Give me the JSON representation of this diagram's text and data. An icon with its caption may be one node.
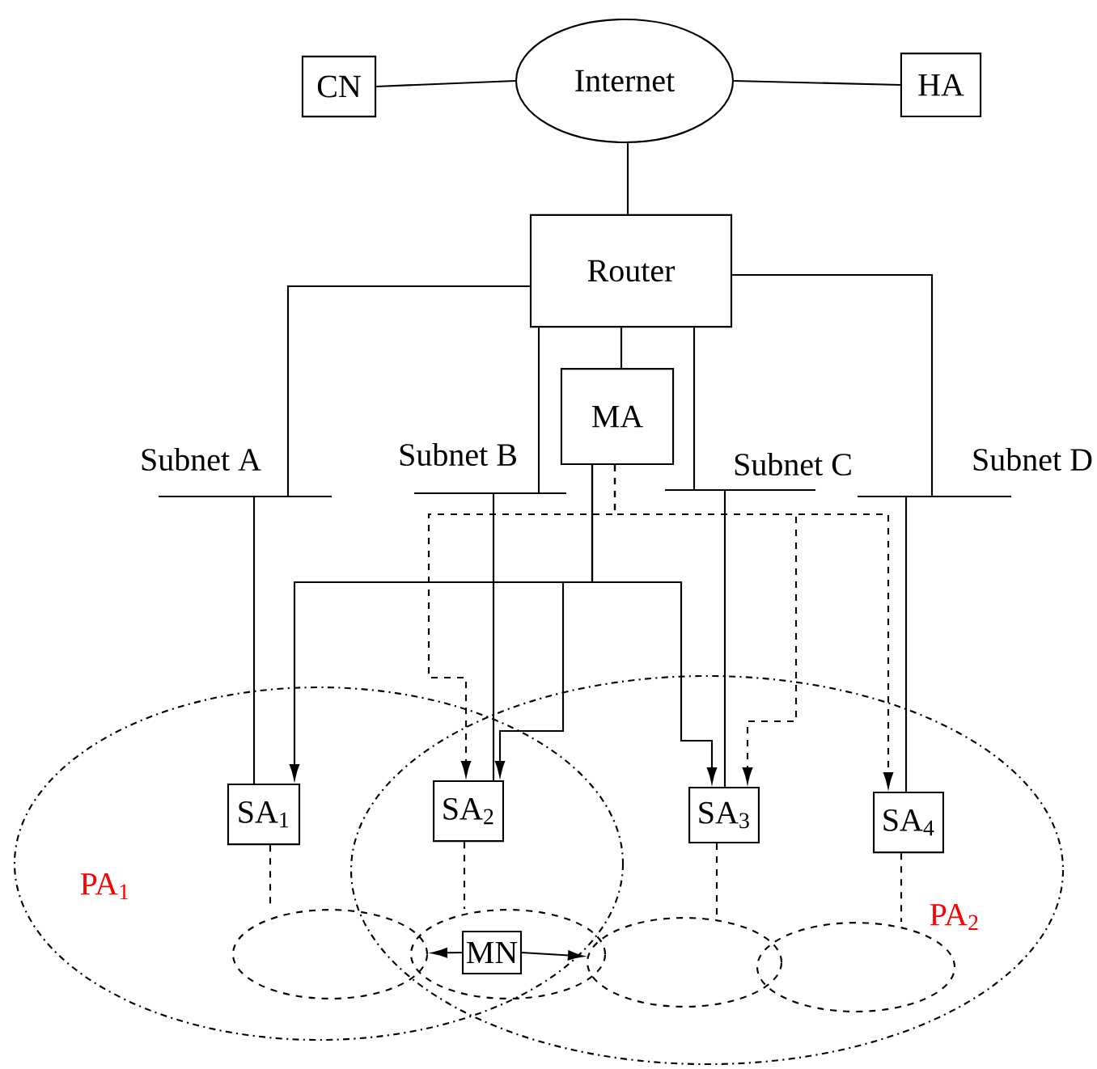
{
  "diagram": {
    "nodes": [
      {
        "text": [
          "CN"
        ]
      },
      {
        "text": [
          "Internet"
        ]
      },
      {
        "text": [
          "HA"
        ]
      },
      {
        "text": [
          "Router"
        ]
      },
      {
        "text": [
          "MA"
        ]
      },
      {
        "text": [
          "Subnet A"
        ]
      },
      {
        "text": [
          "Subnet B"
        ]
      },
      {
        "text": [
          "Subnet C"
        ]
      },
      {
        "text": [
          "Subnet D"
        ]
      },
      {
        "text": [
          "PA$_{1}$"
        ]
      },
      {
        "text": [
          "PA$_{2}$"
        ]
      },
      {
        "text": [
          "SA$_{1}$"
        ],
        "in": 9
      },
      {
        "text": [
          "SA$_{2}$"
        ]
      },
      {
        "text": [
          "SA$_{3}$"
        ],
        "in": 10
      },
      {
        "text": [
          "SA$_{4}$"
        ],
        "in": 10
      },
      {
        "text": [
          "MN"
        ],
        "in": 17
      },
      {
        "text": [],
        "shape": "ellipse",
        "in": 9
      },
      {
        "text": [],
        "shape": "ellipse"
      },
      {
        "text": [],
        "shape": "ellipse",
        "in": 10
      },
      {
        "text": [],
        "shape": "ellipse",
        "in": 10
      }
    ],
    "edges": [
      {
        "from": 0,
        "to": 1,
        "arrow": "none"
      },
      {
        "from": 1,
        "to": 2,
        "arrow": "none"
      },
      {
        "from": 1,
        "to": 3,
        "arrow": "none"
      },
      {
        "from": 3,
        "to": 5,
        "arrow": "none"
      },
      {
        "from": 3,
        "to": 6,
        "arrow": "none"
      },
      {
        "from": 3,
        "to": 7,
        "arrow": "none"
      },
      {
        "from": 3,
        "to": 8,
        "arrow": "none"
      },
      {
        "from": 3,
        "to": 4,
        "arrow": "none"
      },
      {
        "from": 5,
        "to": 11,
        "arrow": "none"
      },
      {
        "from": 6,
        "to": 12,
        "arrow": "none"
      },
      {
        "from": 7,
        "to": 13,
        "arrow": "none"
      },
      {
        "from": 8,
        "to": 14,
        "arrow": "none"
      },
      {
        "from": 4,
        "to": 11,
        "arrow": "to"
      },
      {
        "from": 4,
        "to": 12,
        "arrow": "to"
      },
      {
        "from": 4,
        "to": 13,
        "arrow": "to"
      },
      {
        "from": 4,
        "to": 12,
        "arrow": "to",
        "style": "dashed"
      },
      {
        "from": 4,
        "to": 13,
        "arrow": "to",
        "style": "dashed"
      },
      {
        "from": 4,
        "to": 14,
        "arrow": "to",
        "style": "dashed"
      },
      {
        "from": 11,
        "to": 16,
        "arrow": "none",
        "style": "dashed"
      },
      {
        "from": 12,
        "to": 17,
        "arrow": "none",
        "style": "dashed"
      },
      {
        "from": 13,
        "to": 18,
        "arrow": "none",
        "style": "dashed"
      },
      {
        "from": 14,
        "to": 19,
        "arrow": "none",
        "style": "dashed"
      },
      {
        "from": 15,
        "to": 16,
        "arrow": "to"
      },
      {
        "from": 15,
        "to": 18,
        "arrow": "to"
      }
    ]
  }
}
